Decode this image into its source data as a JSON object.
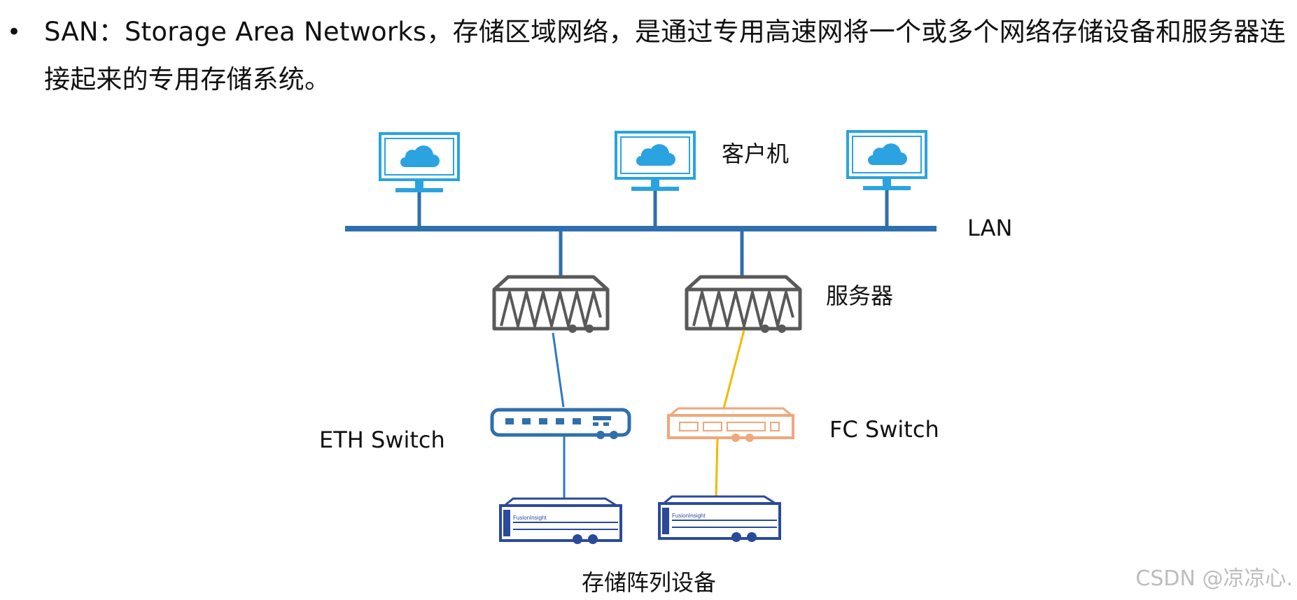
{
  "intro": {
    "bullet": "•",
    "text": "SAN：Storage Area Networks，存储区域网络，是通过专用高速网将一个或多个网络存储设备和服务器连接起来的专用存储系统。"
  },
  "labels": {
    "client": "客户机",
    "lan": "LAN",
    "server": "服务器",
    "eth_switch": "ETH Switch",
    "fc_switch": "FC Switch",
    "storage": "存储阵列设备"
  },
  "storage_brand": "FusionInsight",
  "watermark": "CSDN @凉凉心.",
  "colors": {
    "monitor": "#2aa3e0",
    "cloud": "#2aa3e0",
    "lan_bus": "#2f6fad",
    "server": "#595959",
    "eth_switch": "#2f6fad",
    "fc_switch": "#f0a77a",
    "eth_link": "#2f78c4",
    "fc_link": "#f5b800",
    "storage": "#2a4a9a"
  },
  "icons": [
    "monitor-icon",
    "cloud-icon",
    "server-icon",
    "switch-icon",
    "storage-array-icon"
  ]
}
